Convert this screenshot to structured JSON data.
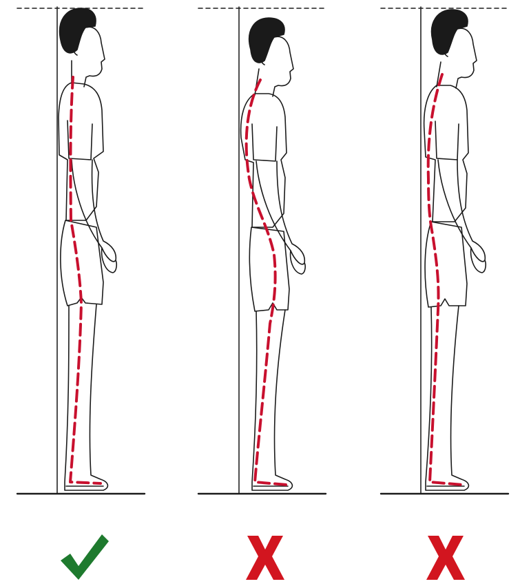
{
  "panels": [
    {
      "id": "correct",
      "verdict": "correct",
      "mark_icon": "check-mark-icon"
    },
    {
      "id": "hunched",
      "verdict": "incorrect",
      "mark_icon": "x-mark-icon"
    },
    {
      "id": "forward-lean",
      "verdict": "incorrect",
      "mark_icon": "x-mark-icon"
    }
  ],
  "colors": {
    "outline": "#1a1a1a",
    "spine_line": "#c8102e",
    "check": "#1e7a2e",
    "cross": "#d2151f",
    "wall": "#222222"
  }
}
